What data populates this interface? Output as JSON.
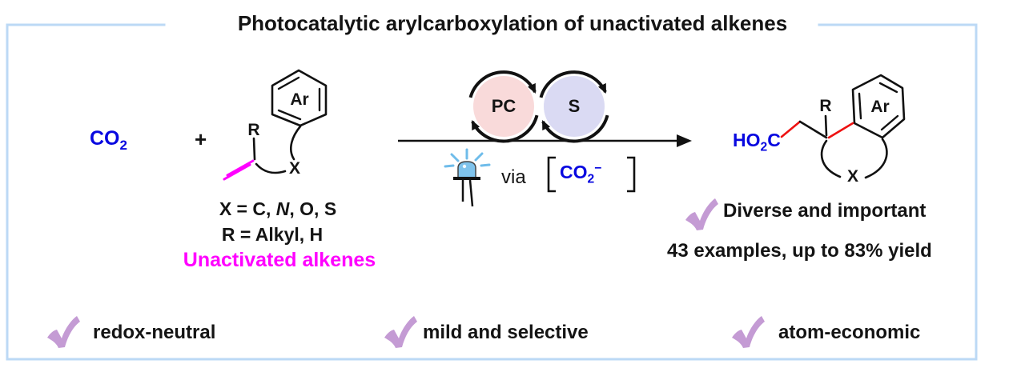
{
  "title": "Photocatalytic arylcarboxylation of unactivated alkenes",
  "left": {
    "co2_main": "CO",
    "co2_sub": "2",
    "plus": "+",
    "ar": "Ar",
    "r": "R",
    "x": "X",
    "x_def_prefix": "X = C, ",
    "x_def_n": "N",
    "x_def_suffix": ", O, S",
    "r_def": "R = Alkyl, H",
    "unactivated": "Unactivated alkenes"
  },
  "center": {
    "pc": "PC",
    "s": "S",
    "via": "via",
    "radical_main": "CO",
    "radical_sub": "2",
    "radical_sup": "−"
  },
  "right": {
    "acid_ho": "HO",
    "acid_sub": "2",
    "acid_c": "C",
    "r": "R",
    "ar": "Ar",
    "x": "X",
    "benefit": "Diverse and important",
    "examples": "43 examples, up to 83% yield"
  },
  "bottom": {
    "items": [
      "redox-neutral",
      "mild and selective",
      "atom-economic"
    ]
  },
  "icons": {
    "checkmark": "purple-brush-check",
    "led": "blue-led-lamp",
    "catalytic_cycles": "circular-arrow-cycles",
    "reaction_arrow": "right-arrow"
  },
  "colors": {
    "frame_border": "#bcd9f5",
    "co2_blue": "#0808e0",
    "alkene_magenta": "#ff00ff",
    "new_bond_red": "#ee1111",
    "pc_circle_fill": "#f9dada",
    "s_circle_fill": "#dadaf3",
    "check_purple": "#c49bd4",
    "led_blue": "#6fbcea"
  }
}
